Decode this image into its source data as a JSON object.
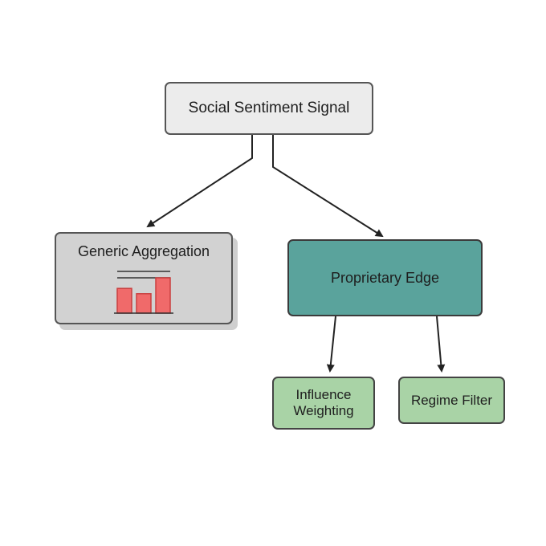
{
  "nodes": {
    "root": "Social Sentiment Signal",
    "generic": "Generic Aggregation",
    "edge": "Proprietary Edge",
    "influence": "Influence Weighting",
    "regime": "Regime Filter"
  },
  "colors": {
    "root_fill": "#ececec",
    "generic_fill": "#d2d2d2",
    "edge_fill": "#5aa39c",
    "leaf_fill": "#a9d3a6",
    "bar_fill": "#f06a6a",
    "bar_stroke": "#c93f3f"
  },
  "mini_chart": {
    "bars": [
      0.7,
      0.55,
      1.0
    ]
  }
}
